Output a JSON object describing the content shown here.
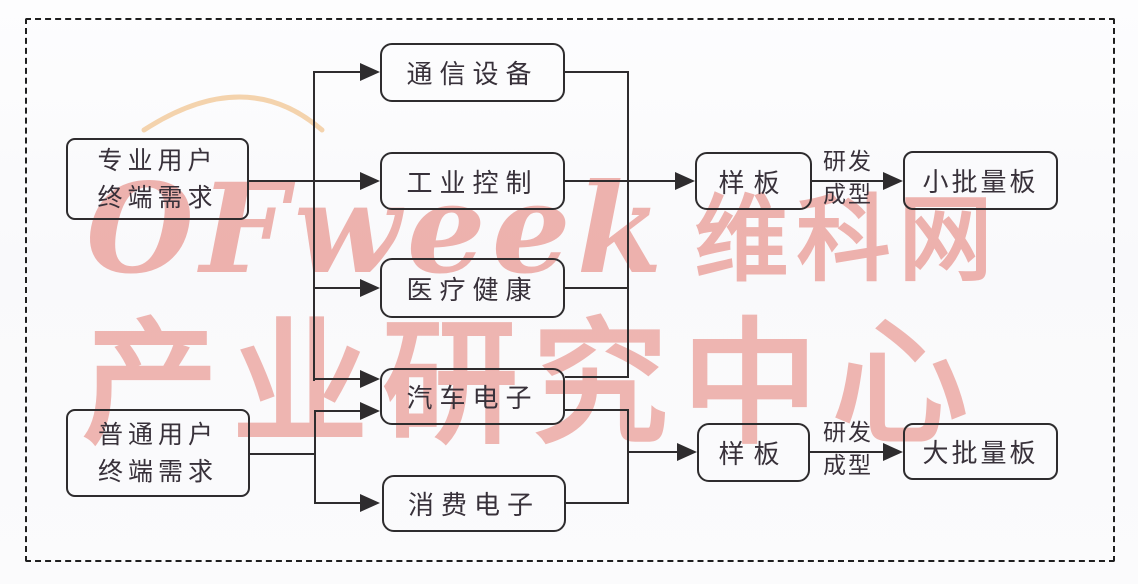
{
  "watermark": {
    "brand_latin": "OFweek",
    "brand_cjk": "维科网",
    "subtitle": "产业研究中心"
  },
  "nodes": {
    "professional_demand": {
      "line1": "专业用户",
      "line2": "终端需求"
    },
    "ordinary_demand": {
      "line1": "普通用户",
      "line2": "终端需求"
    },
    "communication": {
      "label": "通信设备"
    },
    "industrial_control": {
      "label": "工业控制"
    },
    "medical_health": {
      "label": "医疗健康"
    },
    "automotive": {
      "label": "汽车电子"
    },
    "consumer": {
      "label": "消费电子"
    },
    "sample_top": {
      "label": "样板"
    },
    "sample_bottom": {
      "label": "样板"
    },
    "small_batch": {
      "label": "小批量板"
    },
    "large_batch": {
      "label": "大批量板"
    }
  },
  "edge_labels": {
    "rd_top": {
      "line1": "研发",
      "line2": "成型"
    },
    "rd_bottom": {
      "line1": "研发",
      "line2": "成型"
    }
  },
  "colors": {
    "line": "#2e2c2e",
    "text": "#38313a",
    "watermark": "#dd5044",
    "swoosh": "#f3cda0"
  }
}
